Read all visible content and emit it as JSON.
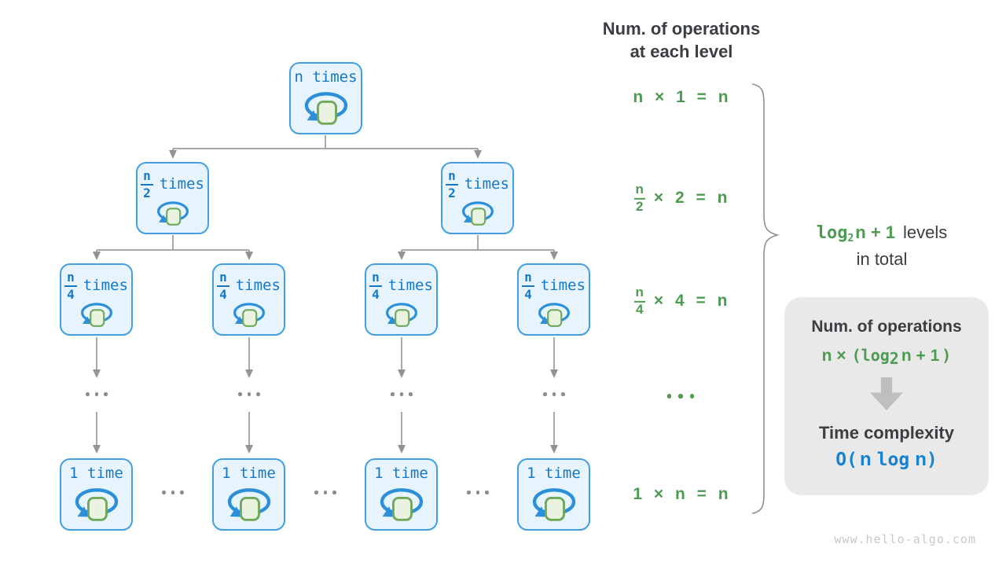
{
  "tree": {
    "nodes": [
      {
        "label": "n times"
      },
      {
        "num": "n",
        "den": "2",
        "word": "times"
      },
      {
        "num": "n",
        "den": "2",
        "word": "times"
      },
      {
        "num": "n",
        "den": "4",
        "word": "times"
      },
      {
        "num": "n",
        "den": "4",
        "word": "times"
      },
      {
        "num": "n",
        "den": "4",
        "word": "times"
      },
      {
        "num": "n",
        "den": "4",
        "word": "times"
      },
      {
        "label": "1 time"
      },
      {
        "label": "1 time"
      },
      {
        "label": "1 time"
      },
      {
        "label": "1 time"
      }
    ]
  },
  "right_panel": {
    "header_line1": "Num. of operations",
    "header_line2": "at each level",
    "level_formulas": [
      {
        "text": "n × 1 = n"
      },
      {
        "num": "n",
        "den": "2",
        "rest": "× 2 = n"
      },
      {
        "num": "n",
        "den": "4",
        "rest": "× 4 = n"
      },
      {
        "text": "1 × n = n"
      }
    ],
    "brace_label": {
      "log": "log",
      "sub": "2",
      "tail": "n + 1",
      "dark1": "levels",
      "dark2": "in total"
    }
  },
  "summary_box": {
    "title": "Num. of operations",
    "formula": {
      "lead": "n ×",
      "open": "(",
      "log": "log",
      "sub": "2",
      "tail": "n + 1",
      "close": ")"
    },
    "result_title": "Time complexity",
    "result": {
      "open": "O(",
      "n1": "n",
      "log": "log",
      "n2": "n",
      "close": ")"
    }
  },
  "footer": "www.hello-algo.com",
  "colors": {
    "node_border": "#41a0e2",
    "node_fill": "#e8f4fd",
    "node_text": "#1478c5",
    "loop_blue": "#2b90d9",
    "square_fill": "#e9f3df",
    "square_border": "#6fa85a",
    "green": "#4d9b52",
    "dark_text": "#3a3d41",
    "connector_gray": "#9b9b9b",
    "box_bg": "#e9e9e9",
    "result_blue": "#1781d2",
    "footer_gray": "#c9c9c9"
  }
}
